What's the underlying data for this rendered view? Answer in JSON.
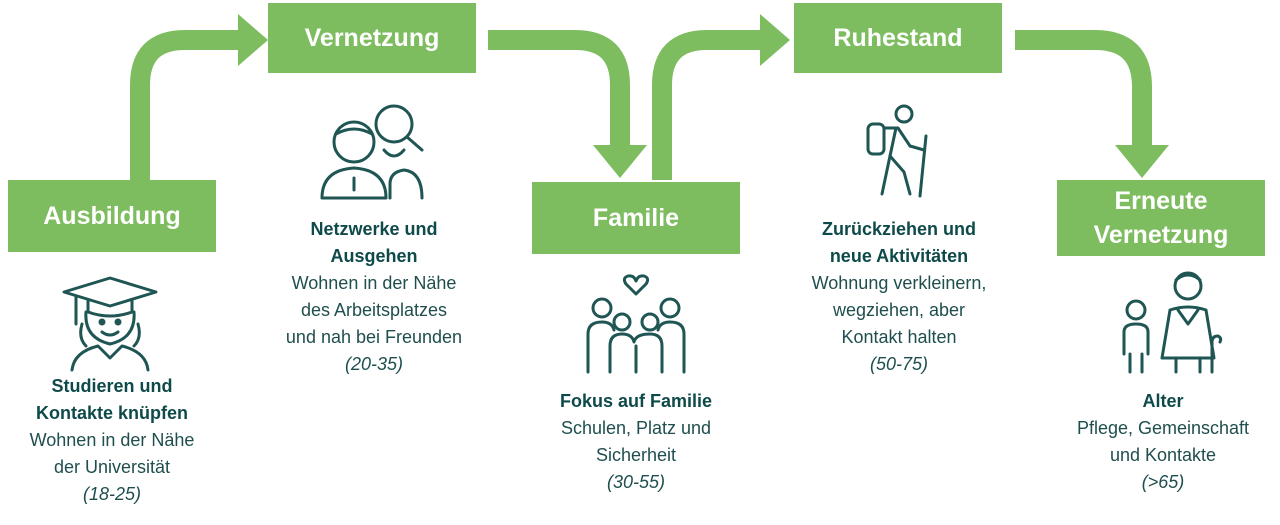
{
  "colors": {
    "accent": "#7dbd5f",
    "icon": "#1f5654",
    "text": "#1f4e4e"
  },
  "stages": [
    {
      "title": "Ausbildung",
      "icon": "graduate-icon",
      "heading": [
        "Studieren und",
        "Kontakte knüpfen"
      ],
      "text": [
        "Wohnen in der Nähe",
        "der Universität"
      ],
      "age": "(18-25)"
    },
    {
      "title": "Vernetzung",
      "icon": "people-search-icon",
      "heading": [
        "Netzwerke und",
        "Ausgehen"
      ],
      "text": [
        "Wohnen in der Nähe",
        "des Arbeitsplatzes",
        "und nah bei Freunden"
      ],
      "age": "(20-35)"
    },
    {
      "title": "Familie",
      "icon": "family-heart-icon",
      "heading": [
        "Fokus auf Familie"
      ],
      "text": [
        "Schulen, Platz und",
        "Sicherheit"
      ],
      "age": "(30-55)"
    },
    {
      "title": "Ruhestand",
      "icon": "hiker-icon",
      "heading": [
        "Zurückziehen und",
        "neue Aktivitäten"
      ],
      "text": [
        "Wohnung verkleinern,",
        "wegziehen, aber",
        "Kontakt halten"
      ],
      "age": "(50-75)"
    },
    {
      "title": [
        "Erneute",
        "Vernetzung"
      ],
      "icon": "elder-child-icon",
      "heading": [
        "Alter"
      ],
      "text": [
        "Pflege, Gemeinschaft",
        "und Kontakte"
      ],
      "age": "(>65)"
    }
  ]
}
